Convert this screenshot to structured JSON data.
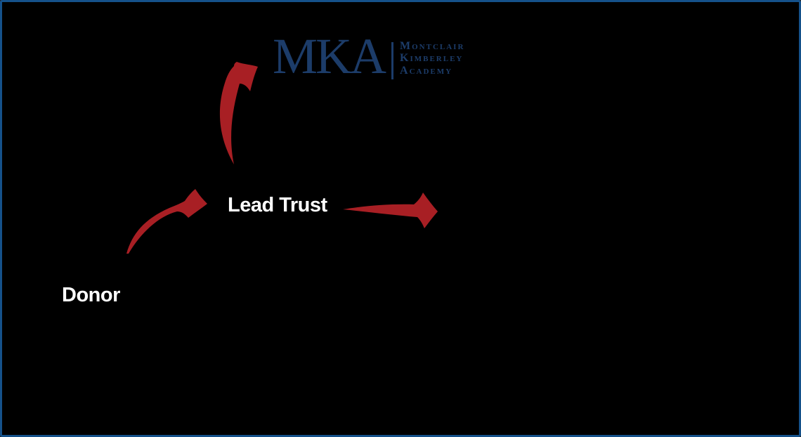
{
  "colors": {
    "bg": "#000000",
    "border": "#15518a",
    "navy": "#1c3c69",
    "red": "#a81f24",
    "text": "#ffffff"
  },
  "logo": {
    "monogram": "MKA",
    "wordmark_lines": [
      "Montclair",
      "Kimberley",
      "Academy"
    ]
  },
  "diagram": {
    "labels": {
      "donor": "Donor",
      "lead_trust": "Lead Trust"
    },
    "arrows": [
      {
        "id": "donor-to-lead-trust",
        "description": "curved red arrow from Donor up-right to Lead Trust"
      },
      {
        "id": "lead-trust-to-mka",
        "description": "curved red arrow from Lead Trust up to MKA logo"
      },
      {
        "id": "lead-trust-outflow",
        "description": "red arrow from Lead Trust pointing right"
      }
    ]
  }
}
